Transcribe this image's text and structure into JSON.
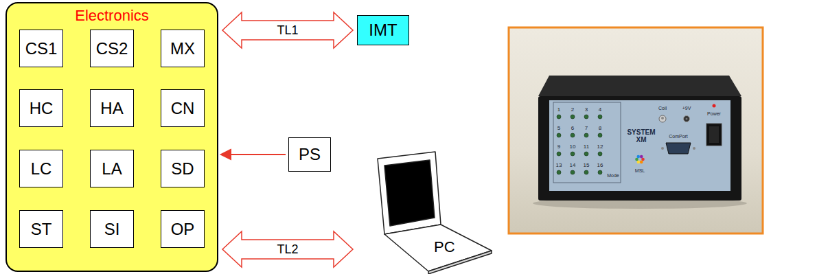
{
  "diagram": {
    "nodes": [
      {
        "text": [
          "Electronics"
        ]
      },
      {
        "text": [
          "CS1"
        ],
        "in": 0
      },
      {
        "text": [
          "CS2"
        ],
        "in": 0
      },
      {
        "text": [
          "MX"
        ],
        "in": 0
      },
      {
        "text": [
          "HC"
        ],
        "in": 0
      },
      {
        "text": [
          "HA"
        ],
        "in": 0
      },
      {
        "text": [
          "CN"
        ],
        "in": 0
      },
      {
        "text": [
          "LC"
        ],
        "in": 0
      },
      {
        "text": [
          "LA"
        ],
        "in": 0
      },
      {
        "text": [
          "SD"
        ],
        "in": 0
      },
      {
        "text": [
          "ST"
        ],
        "in": 0
      },
      {
        "text": [
          "SI"
        ],
        "in": 0
      },
      {
        "text": [
          "OP"
        ],
        "in": 0
      },
      {
        "text": [
          "IMT"
        ]
      },
      {
        "text": [
          "PS"
        ]
      },
      {
        "text": [
          "PC"
        ]
      }
    ],
    "edges": [
      {
        "from": 0,
        "to": 13,
        "label": "TL1",
        "arrow": "both"
      },
      {
        "from": 14,
        "to": 0,
        "arrow": "to"
      },
      {
        "from": 0,
        "to": 15,
        "label": "TL2",
        "arrow": "both"
      }
    ],
    "labels": [
      "1",
      "2",
      "3",
      "4",
      "5",
      "6",
      "7",
      "8",
      "9",
      "10",
      "11",
      "12",
      "13",
      "14",
      "15",
      "16",
      "Mode",
      "SYSTEM XM",
      "MSL",
      "Coil",
      "+9V",
      "Power",
      "ComPort"
    ]
  }
}
